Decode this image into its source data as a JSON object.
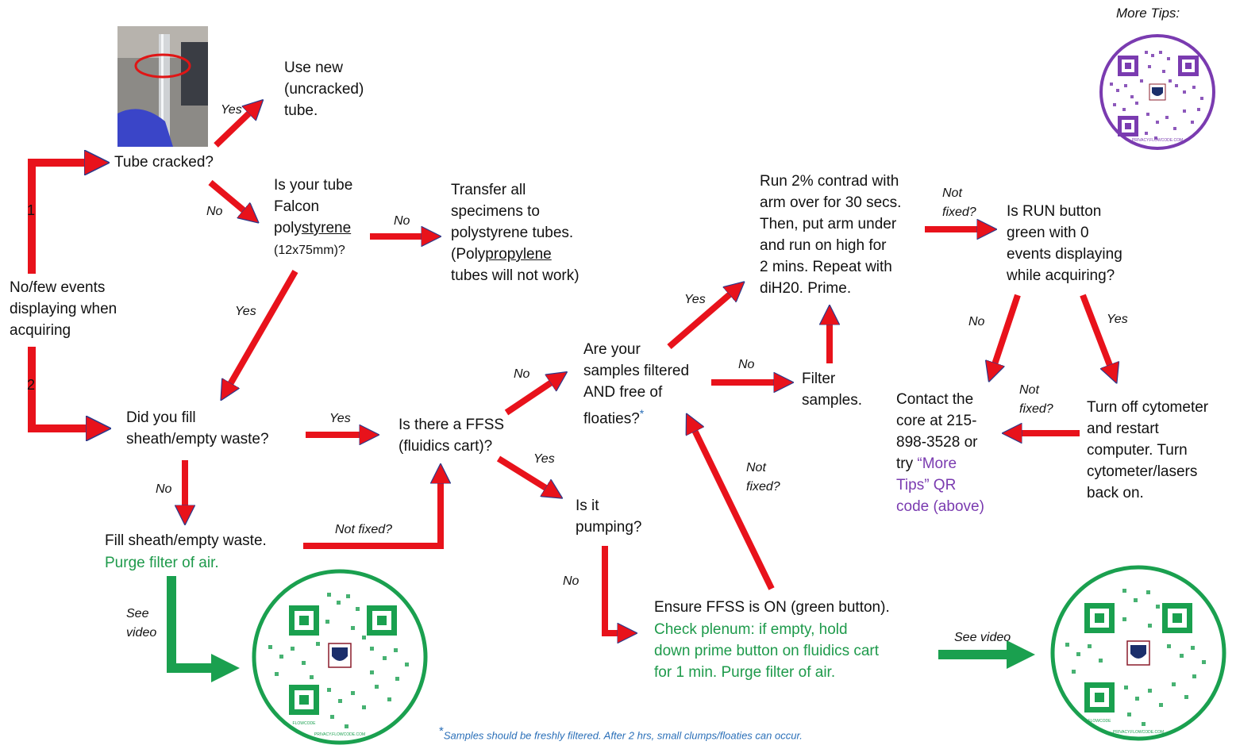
{
  "colors": {
    "red_arrow": "#e8121b",
    "arrow_outline": "#2b3a8c",
    "green_arrow": "#1aa04f",
    "green_text": "#1e9a4b",
    "purple_text": "#7a3bb0",
    "footnote": "#2a6fb8"
  },
  "header": {
    "more_tips": "More Tips:"
  },
  "nodes": {
    "start": "No/few events\ndisplaying when\nacquiring",
    "tube_cracked": "Tube cracked?",
    "use_new_tube": "Use new\n(uncracked)\ntube.",
    "falcon_q1": "Is your tube\nFalcon\npoly",
    "falcon_q_underline": "styrene",
    "falcon_q_size": "(12x75mm)?",
    "transfer_1": "Transfer all\nspecimens to\npolystyrene tubes.\n(Poly",
    "transfer_underline": "propylene",
    "transfer_2": "\ntubes will not work)",
    "fill_q": "Did you fill\nsheath/empty waste?",
    "fill_action": "Fill sheath/empty waste.",
    "purge_air": "Purge filter of air.",
    "ffss_q": "Is there a FFSS\n(fluidics cart)?",
    "filtered_q": "Are your\nsamples filtered\nAND free of\nfloaties?",
    "filtered_asterisk": "*",
    "filter_samples": "Filter\nsamples.",
    "contrad": "Run 2% contrad with\narm over for 30 secs.\nThen, put arm under\nand run on high for\n2 mins. Repeat with\ndiH20. Prime.",
    "run_button_q": "Is RUN button\ngreen with 0\nevents displaying\nwhile acquiring?",
    "pumping_q": "Is it\npumping?",
    "ensure_ffss": "Ensure FFSS is ON (green button).",
    "check_plenum": "Check plenum: if empty, hold\ndown prime button on fluidics cart\nfor 1 min. Purge filter of air.",
    "contact_core": "Contact the\ncore at 215-\n898-3528 or\ntry ",
    "more_tips_link": "“More\nTips” QR\ncode (above)",
    "restart": "Turn off cytometer\nand restart\ncomputer. Turn\ncytometer/lasers\nback on."
  },
  "labels": {
    "path_1": "1",
    "path_2": "2",
    "yes_cracked": "Yes",
    "no_cracked": "No",
    "no_falcon": "No",
    "yes_falcon": "Yes",
    "yes_fill": "Yes",
    "no_fill": "No",
    "not_fixed_fill": "Not fixed?",
    "see_video_left": "See\nvideo",
    "no_ffss": "No",
    "yes_ffss": "Yes",
    "yes_filtered": "Yes",
    "no_filtered": "No",
    "not_fixed_contrad": "Not\nfixed?",
    "no_run": "No",
    "yes_run": "Yes",
    "not_fixed_restart": "Not\nfixed?",
    "no_pumping": "No",
    "not_fixed_plenum": "Not\nfixed?",
    "see_video_right": "See video"
  },
  "qr_codes": {
    "top_right": {
      "color": "#7a3bb0",
      "caption": "PRIVACY.FLOWCODE.COM"
    },
    "bottom_left": {
      "color": "#1aa04f",
      "caption": "PRIVACY.FLOWCODE.COM",
      "brand": "FLOWCODE"
    },
    "bottom_right": {
      "color": "#1aa04f",
      "caption": "PRIVACY.FLOWCODE.COM",
      "brand": "FLOWCODE"
    }
  },
  "footnote": {
    "mark": "*",
    "text": "Samples should be freshly filtered. After 2 hrs, small clumps/floaties can occur."
  }
}
